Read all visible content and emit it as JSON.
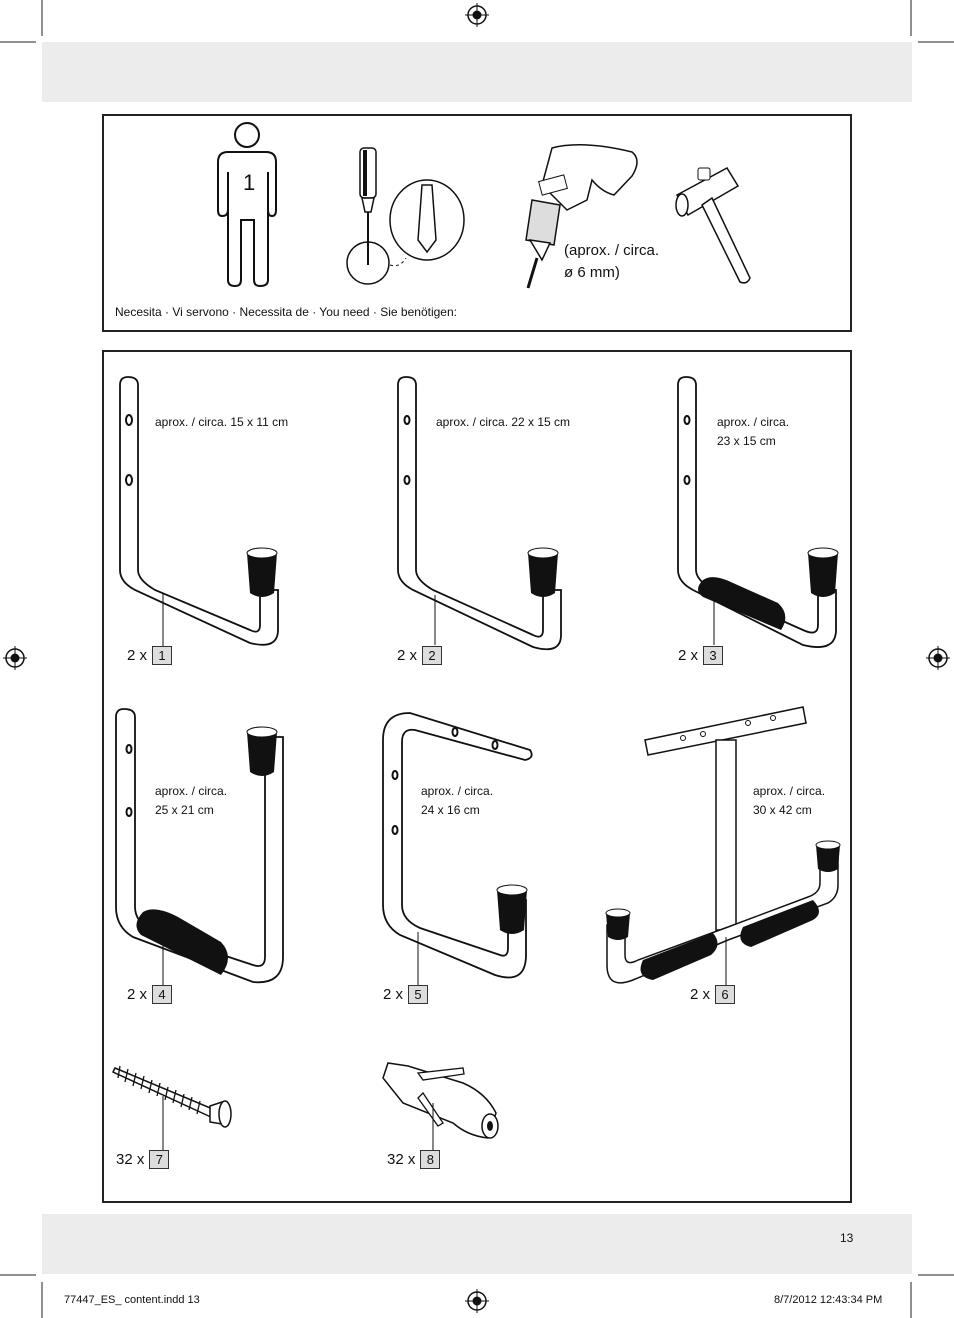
{
  "tools": {
    "person_count": "1",
    "drill_note": "(aprox. / circa.\nø 6 mm)",
    "you_need": "Necesita · Vi servono · Necessita de · You need · Sie benötigen:"
  },
  "parts": [
    {
      "dimension": "aprox. / circa.  15 x 11 cm",
      "quantity": "2 x",
      "number": "1"
    },
    {
      "dimension": "aprox. / circa.  22 x 15 cm",
      "quantity": "2 x",
      "number": "2"
    },
    {
      "dimension": "aprox. / circa.\n23 x 15 cm",
      "quantity": "2 x",
      "number": "3"
    },
    {
      "dimension": "aprox. / circa.\n25 x 21 cm",
      "quantity": "2 x",
      "number": "4"
    },
    {
      "dimension": "aprox. / circa.\n24 x 16 cm",
      "quantity": "2 x",
      "number": "5"
    },
    {
      "dimension": "aprox. / circa.\n30 x 42 cm",
      "quantity": "2 x",
      "number": "6"
    },
    {
      "dimension": "",
      "quantity": "32 x",
      "number": "7"
    },
    {
      "dimension": "",
      "quantity": "32 x",
      "number": "8"
    }
  ],
  "footer": {
    "page_number": "13",
    "file_info": "77447_ES_ content.indd   13",
    "timestamp": "8/7/2012   12:43:34 PM"
  },
  "icons": [
    "person-icon",
    "screwdriver-icon",
    "drill-icon",
    "hammer-icon",
    "hook-icon",
    "screw-icon",
    "wall-plug-icon",
    "registration-mark-icon"
  ]
}
